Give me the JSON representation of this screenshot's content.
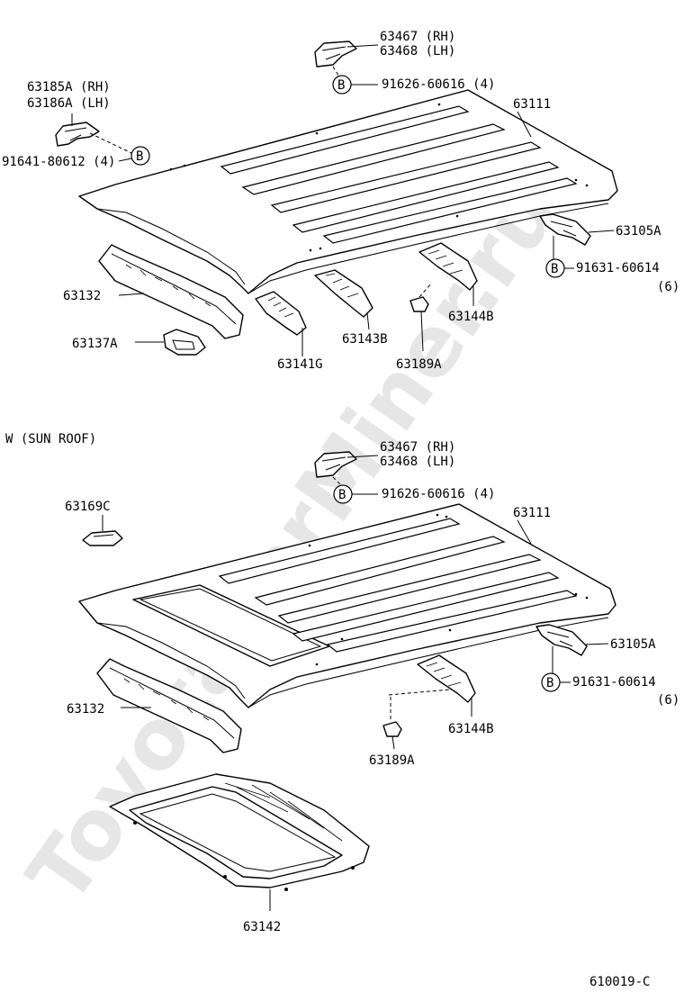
{
  "watermark": "ToyotaCarMiner.ru",
  "section_label": "W (SUN ROOF)",
  "diagram_code": "610019-C",
  "fastener_marker": "B",
  "top_diagram": {
    "bracket_rear_rh": "63467 (RH)",
    "bracket_rear_lh": "63468 (LH)",
    "bolt_rear": "91626-60616 (4)",
    "bracket_front_rh": "63185A (RH)",
    "bracket_front_lh": "63186A (LH)",
    "bolt_front": "91641-80612 (4)",
    "roof_panel": "63111",
    "side_bracket": "63105A",
    "bolt_side": "91631-60614",
    "bolt_side_qty": "(6)",
    "front_header": "63132",
    "header_bracket": "63137A",
    "bow_front": "63141G",
    "bow_center": "63143B",
    "bow_rear": "63144B",
    "clip": "63189A"
  },
  "bottom_diagram": {
    "bracket_rear_rh": "63467 (RH)",
    "bracket_rear_lh": "63468 (LH)",
    "bolt_rear": "91626-60616 (4)",
    "sunroof_bracket": "63169C",
    "roof_panel": "63111",
    "side_bracket": "63105A",
    "bolt_side": "91631-60614",
    "bolt_side_qty": "(6)",
    "front_header": "63132",
    "bow_rear": "63144B",
    "clip": "63189A",
    "sunroof_frame": "63142"
  }
}
